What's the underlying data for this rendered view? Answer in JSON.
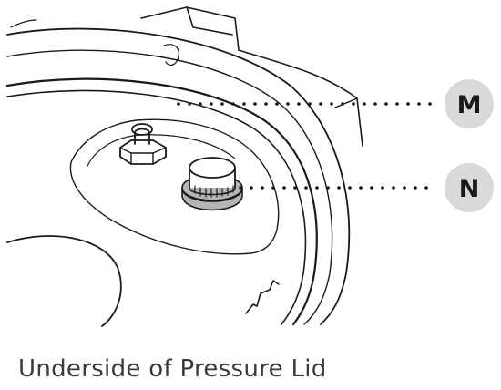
{
  "callouts": [
    {
      "letter": "M",
      "target": "gasket"
    },
    {
      "letter": "N",
      "target": "float-valve-cap"
    }
  ],
  "caption": "Underside of Pressure Lid",
  "colors": {
    "line": "#1a1a1a",
    "callout_fill": "#d9d9d9",
    "knob_band": "#b5b5b5",
    "caption_text": "#3a3a3a"
  }
}
